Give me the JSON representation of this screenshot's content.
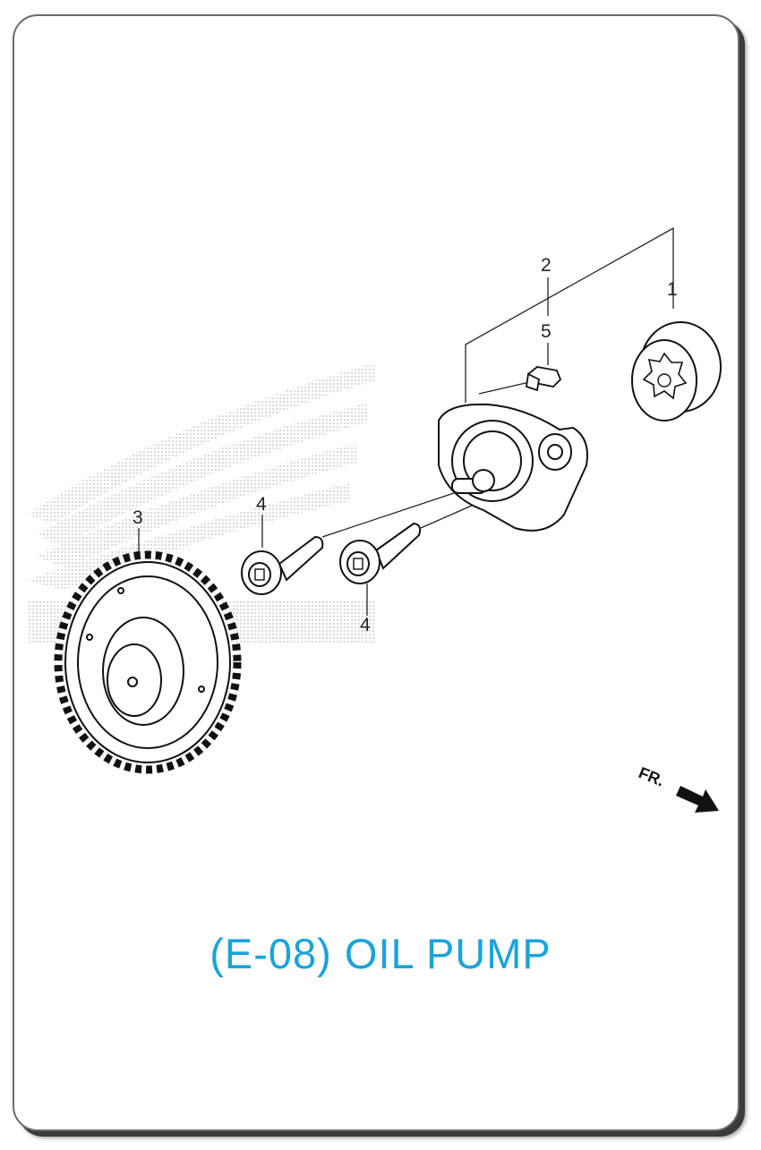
{
  "diagram": {
    "callouts": {
      "c1": "1",
      "c2": "2",
      "c3": "3",
      "c4a": "4",
      "c4b": "4",
      "c5": "5"
    },
    "direction_label": "FR.",
    "watermark": "honda-wing-logo"
  },
  "caption": {
    "title": "(E-08) OIL PUMP",
    "color": "#1aa3dc"
  }
}
